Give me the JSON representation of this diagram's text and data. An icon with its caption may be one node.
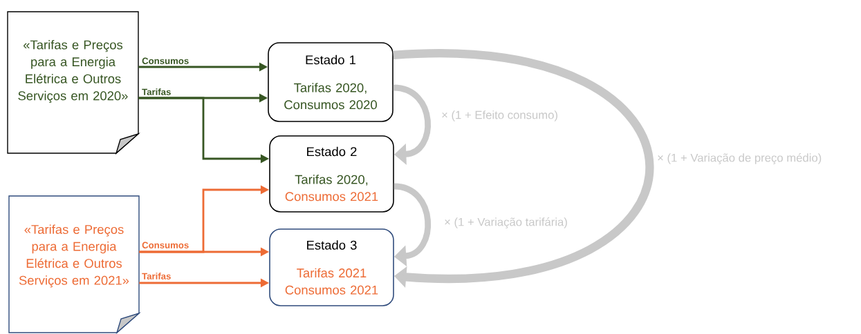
{
  "diagram": {
    "nodes": [
      {
        "text": [
          "«Tarifas e Preços para a Energia Elétrica e Outros Serviços em 2020»"
        ]
      },
      {
        "text": [
          "Estado 1",
          "Tarifas 2020, Consumos 2020"
        ]
      },
      {
        "text": [
          "Estado 2",
          "Tarifas 2020,",
          "Consumos 2021"
        ]
      },
      {
        "text": [
          "«Tarifas e Preços para a Energia Elétrica e Outros Serviços em 2021»"
        ]
      },
      {
        "text": [
          "Estado 3",
          "Tarifas 2021 Consumos 2021"
        ]
      }
    ],
    "edges": [
      {
        "from": 0,
        "to": 1,
        "arrow": "to",
        "label": "Consumos",
        "color": "#375623"
      },
      {
        "from": 0,
        "to": 1,
        "arrow": "to",
        "label": "Tarifas",
        "color": "#375623"
      },
      {
        "from": 0,
        "to": 2,
        "arrow": "to",
        "color": "#375623"
      },
      {
        "from": 3,
        "to": 2,
        "arrow": "to",
        "color": "#ed6b35"
      },
      {
        "from": 3,
        "to": 4,
        "arrow": "to",
        "label": "Consumos",
        "color": "#ed6b35"
      },
      {
        "from": 3,
        "to": 4,
        "arrow": "to",
        "label": "Tarifas",
        "color": "#ed6b35"
      },
      {
        "from": 1,
        "to": 2,
        "arrow": "to",
        "label": "× (1 + Efeito consumo)",
        "style": "thick",
        "color": "#c8c8c8"
      },
      {
        "from": 2,
        "to": 4,
        "arrow": "to",
        "label": "× (1 + Variação tarifária)",
        "style": "thick",
        "color": "#c8c8c8"
      },
      {
        "from": 1,
        "to": 4,
        "arrow": "to",
        "label": "× (1 + Variação de preço médio)",
        "style": "thick",
        "color": "#c8c8c8"
      }
    ]
  }
}
